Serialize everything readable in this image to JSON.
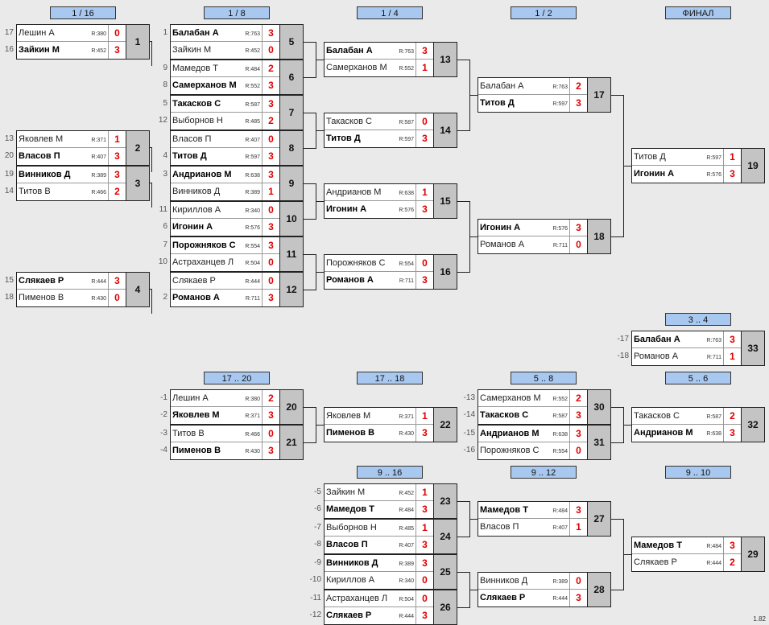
{
  "headers": [
    {
      "label": "1 / 16"
    },
    {
      "label": "1 / 8"
    },
    {
      "label": "1 / 4"
    },
    {
      "label": "1 / 2"
    },
    {
      "label": "ФИНАЛ"
    },
    {
      "label": "3 .. 4"
    },
    {
      "label": "17 .. 20"
    },
    {
      "label": "17 .. 18"
    },
    {
      "label": "5 .. 8"
    },
    {
      "label": "5 .. 6"
    },
    {
      "label": "9 .. 16"
    },
    {
      "label": "9 .. 12"
    },
    {
      "label": "9 .. 10"
    }
  ],
  "matches": [
    {
      "num": "1",
      "p1": {
        "seed": "17",
        "name": "Лешин А",
        "rating": "R:380",
        "score": "0",
        "win": false
      },
      "p2": {
        "seed": "16",
        "name": "Зайкин М",
        "rating": "R:452",
        "score": "3",
        "win": true
      }
    },
    {
      "num": "2",
      "p1": {
        "seed": "13",
        "name": "Яковлев М",
        "rating": "R:371",
        "score": "1",
        "win": false
      },
      "p2": {
        "seed": "20",
        "name": "Власов П",
        "rating": "R:407",
        "score": "3",
        "win": true
      }
    },
    {
      "num": "3",
      "p1": {
        "seed": "19",
        "name": "Винников Д",
        "rating": "R:389",
        "score": "3",
        "win": true
      },
      "p2": {
        "seed": "14",
        "name": "Титов В",
        "rating": "R:466",
        "score": "2",
        "win": false
      }
    },
    {
      "num": "4",
      "p1": {
        "seed": "15",
        "name": "Слякаев Р",
        "rating": "R:444",
        "score": "3",
        "win": true
      },
      "p2": {
        "seed": "18",
        "name": "Пименов В",
        "rating": "R:430",
        "score": "0",
        "win": false
      }
    },
    {
      "num": "5",
      "p1": {
        "seed": "1",
        "name": "Балабан А",
        "rating": "R:763",
        "score": "3",
        "win": true
      },
      "p2": {
        "seed": "",
        "name": "Зайкин М",
        "rating": "R:452",
        "score": "0",
        "win": false
      }
    },
    {
      "num": "6",
      "p1": {
        "seed": "9",
        "name": "Мамедов Т",
        "rating": "R:484",
        "score": "2",
        "win": false
      },
      "p2": {
        "seed": "8",
        "name": "Самерханов М",
        "rating": "R:552",
        "score": "3",
        "win": true
      }
    },
    {
      "num": "7",
      "p1": {
        "seed": "5",
        "name": "Такасков С",
        "rating": "R:587",
        "score": "3",
        "win": true
      },
      "p2": {
        "seed": "12",
        "name": "Выборнов Н",
        "rating": "R:485",
        "score": "2",
        "win": false
      }
    },
    {
      "num": "8",
      "p1": {
        "seed": "",
        "name": "Власов П",
        "rating": "R:407",
        "score": "0",
        "win": false
      },
      "p2": {
        "seed": "4",
        "name": "Титов Д",
        "rating": "R:597",
        "score": "3",
        "win": true
      }
    },
    {
      "num": "9",
      "p1": {
        "seed": "3",
        "name": "Андрианов М",
        "rating": "R:638",
        "score": "3",
        "win": true
      },
      "p2": {
        "seed": "",
        "name": "Винников Д",
        "rating": "R:389",
        "score": "1",
        "win": false
      }
    },
    {
      "num": "10",
      "p1": {
        "seed": "11",
        "name": "Кириллов А",
        "rating": "R:340",
        "score": "0",
        "win": false
      },
      "p2": {
        "seed": "6",
        "name": "Игонин А",
        "rating": "R:576",
        "score": "3",
        "win": true
      }
    },
    {
      "num": "11",
      "p1": {
        "seed": "7",
        "name": "Порожняков С",
        "rating": "R:554",
        "score": "3",
        "win": true
      },
      "p2": {
        "seed": "10",
        "name": "Астраханцев Л",
        "rating": "R:504",
        "score": "0",
        "win": false
      }
    },
    {
      "num": "12",
      "p1": {
        "seed": "",
        "name": "Слякаев Р",
        "rating": "R:444",
        "score": "0",
        "win": false
      },
      "p2": {
        "seed": "2",
        "name": "Романов А",
        "rating": "R:711",
        "score": "3",
        "win": true
      }
    },
    {
      "num": "13",
      "p1": {
        "seed": "",
        "name": "Балабан А",
        "rating": "R:763",
        "score": "3",
        "win": true
      },
      "p2": {
        "seed": "",
        "name": "Самерханов М",
        "rating": "R:552",
        "score": "1",
        "win": false
      }
    },
    {
      "num": "14",
      "p1": {
        "seed": "",
        "name": "Такасков С",
        "rating": "R:587",
        "score": "0",
        "win": false
      },
      "p2": {
        "seed": "",
        "name": "Титов Д",
        "rating": "R:597",
        "score": "3",
        "win": true
      }
    },
    {
      "num": "15",
      "p1": {
        "seed": "",
        "name": "Андрианов М",
        "rating": "R:638",
        "score": "1",
        "win": false
      },
      "p2": {
        "seed": "",
        "name": "Игонин А",
        "rating": "R:576",
        "score": "3",
        "win": true
      }
    },
    {
      "num": "16",
      "p1": {
        "seed": "",
        "name": "Порожняков С",
        "rating": "R:554",
        "score": "0",
        "win": false
      },
      "p2": {
        "seed": "",
        "name": "Романов А",
        "rating": "R:711",
        "score": "3",
        "win": true
      }
    },
    {
      "num": "17",
      "p1": {
        "seed": "",
        "name": "Балабан А",
        "rating": "R:763",
        "score": "2",
        "win": false
      },
      "p2": {
        "seed": "",
        "name": "Титов Д",
        "rating": "R:597",
        "score": "3",
        "win": true
      }
    },
    {
      "num": "18",
      "p1": {
        "seed": "",
        "name": "Игонин А",
        "rating": "R:576",
        "score": "3",
        "win": true
      },
      "p2": {
        "seed": "",
        "name": "Романов А",
        "rating": "R:711",
        "score": "0",
        "win": false
      }
    },
    {
      "num": "19",
      "p1": {
        "seed": "",
        "name": "Титов Д",
        "rating": "R:597",
        "score": "1",
        "win": false
      },
      "p2": {
        "seed": "",
        "name": "Игонин А",
        "rating": "R:576",
        "score": "3",
        "win": true
      }
    },
    {
      "num": "33",
      "p1": {
        "seed": "-17",
        "name": "Балабан А",
        "rating": "R:763",
        "score": "3",
        "win": true
      },
      "p2": {
        "seed": "-18",
        "name": "Романов А",
        "rating": "R:711",
        "score": "1",
        "win": false
      }
    },
    {
      "num": "20",
      "p1": {
        "seed": "-1",
        "name": "Лешин А",
        "rating": "R:380",
        "score": "2",
        "win": false
      },
      "p2": {
        "seed": "-2",
        "name": "Яковлев М",
        "rating": "R:371",
        "score": "3",
        "win": true
      }
    },
    {
      "num": "21",
      "p1": {
        "seed": "-3",
        "name": "Титов В",
        "rating": "R:466",
        "score": "0",
        "win": false
      },
      "p2": {
        "seed": "-4",
        "name": "Пименов В",
        "rating": "R:430",
        "score": "3",
        "win": true
      }
    },
    {
      "num": "22",
      "p1": {
        "seed": "",
        "name": "Яковлев М",
        "rating": "R:371",
        "score": "1",
        "win": false
      },
      "p2": {
        "seed": "",
        "name": "Пименов В",
        "rating": "R:430",
        "score": "3",
        "win": true
      }
    },
    {
      "num": "30",
      "p1": {
        "seed": "-13",
        "name": "Самерханов М",
        "rating": "R:552",
        "score": "2",
        "win": false
      },
      "p2": {
        "seed": "-14",
        "name": "Такасков С",
        "rating": "R:587",
        "score": "3",
        "win": true
      }
    },
    {
      "num": "31",
      "p1": {
        "seed": "-15",
        "name": "Андрианов М",
        "rating": "R:638",
        "score": "3",
        "win": true
      },
      "p2": {
        "seed": "-16",
        "name": "Порожняков С",
        "rating": "R:554",
        "score": "0",
        "win": false
      }
    },
    {
      "num": "32",
      "p1": {
        "seed": "",
        "name": "Такасков С",
        "rating": "R:587",
        "score": "2",
        "win": false
      },
      "p2": {
        "seed": "",
        "name": "Андрианов М",
        "rating": "R:638",
        "score": "3",
        "win": true
      }
    },
    {
      "num": "23",
      "p1": {
        "seed": "-5",
        "name": "Зайкин М",
        "rating": "R:452",
        "score": "1",
        "win": false
      },
      "p2": {
        "seed": "-6",
        "name": "Мамедов Т",
        "rating": "R:484",
        "score": "3",
        "win": true
      }
    },
    {
      "num": "24",
      "p1": {
        "seed": "-7",
        "name": "Выборнов Н",
        "rating": "R:485",
        "score": "1",
        "win": false
      },
      "p2": {
        "seed": "-8",
        "name": "Власов П",
        "rating": "R:407",
        "score": "3",
        "win": true
      }
    },
    {
      "num": "25",
      "p1": {
        "seed": "-9",
        "name": "Винников Д",
        "rating": "R:389",
        "score": "3",
        "win": true
      },
      "p2": {
        "seed": "-10",
        "name": "Кириллов А",
        "rating": "R:340",
        "score": "0",
        "win": false
      }
    },
    {
      "num": "26",
      "p1": {
        "seed": "-11",
        "name": "Астраханцев Л",
        "rating": "R:504",
        "score": "0",
        "win": false
      },
      "p2": {
        "seed": "-12",
        "name": "Слякаев Р",
        "rating": "R:444",
        "score": "3",
        "win": true
      }
    },
    {
      "num": "27",
      "p1": {
        "seed": "",
        "name": "Мамедов Т",
        "rating": "R:484",
        "score": "3",
        "win": true
      },
      "p2": {
        "seed": "",
        "name": "Власов П",
        "rating": "R:407",
        "score": "1",
        "win": false
      }
    },
    {
      "num": "28",
      "p1": {
        "seed": "",
        "name": "Винников Д",
        "rating": "R:389",
        "score": "0",
        "win": false
      },
      "p2": {
        "seed": "",
        "name": "Слякаев Р",
        "rating": "R:444",
        "score": "3",
        "win": true
      }
    },
    {
      "num": "29",
      "p1": {
        "seed": "",
        "name": "Мамедов Т",
        "rating": "R:484",
        "score": "3",
        "win": true
      },
      "p2": {
        "seed": "",
        "name": "Слякаев Р",
        "rating": "R:444",
        "score": "2",
        "win": false
      }
    }
  ],
  "version": "1.82"
}
